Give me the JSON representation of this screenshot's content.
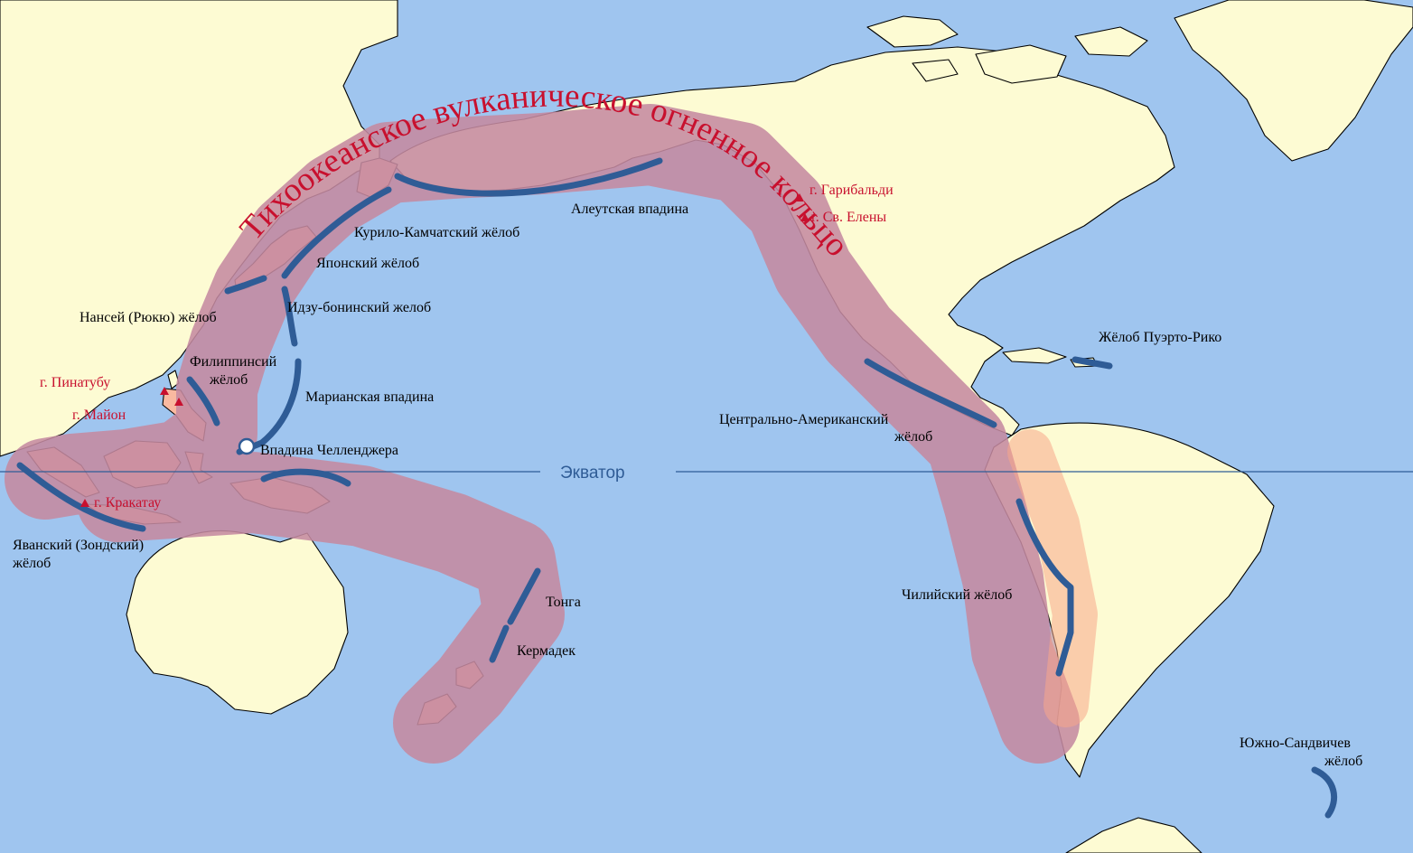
{
  "title": "Тихоокеанское вулканическое огненное кольцо",
  "equator": "Экватор",
  "colors": {
    "ocean": "#9fc5ef",
    "land": "#fdfbd3",
    "ring_band": "#c58aa0",
    "ring_band_land": "#f9b9a0",
    "trench": "#2f5c96",
    "volcano": "#c8102e",
    "equator_line": "#2f5c96"
  },
  "trenches": {
    "aleutian": "Алеутская впадина",
    "kuril_kamchatka": "Курило-Камчатский жёлоб",
    "japan": "Японский жёлоб",
    "izu_bonin": "Идзу-бонинский желоб",
    "nansei_1": "Нансей (Рюкю) жёлоб",
    "philippine_1": "Филиппинсий",
    "philippine_2": "жёлоб",
    "mariana": "Марианская впадина",
    "challenger": "Впадина Челленджера",
    "java_1": "Яванский (Зондский)",
    "java_2": "жёлоб",
    "tonga": "Тонга",
    "kermadec": "Кермадек",
    "puerto_rico": "Жёлоб Пуэрто-Рико",
    "central_america_1": "Центрально-Американский",
    "central_america_2": "жёлоб",
    "chile": "Чилийский жёлоб",
    "south_sandwich_1": "Южно-Сандвичев",
    "south_sandwich_2": "жёлоб"
  },
  "volcanoes": {
    "garibaldi": "г. Гарибальди",
    "st_helens": "г. Св. Елены",
    "pinatubo": "г. Пинатубу",
    "mayon": "г. Майон",
    "krakatoa": "г. Кракатау"
  },
  "icons": {
    "volcano": "triangle-marker-icon",
    "deepest_point": "circle-marker-icon"
  }
}
